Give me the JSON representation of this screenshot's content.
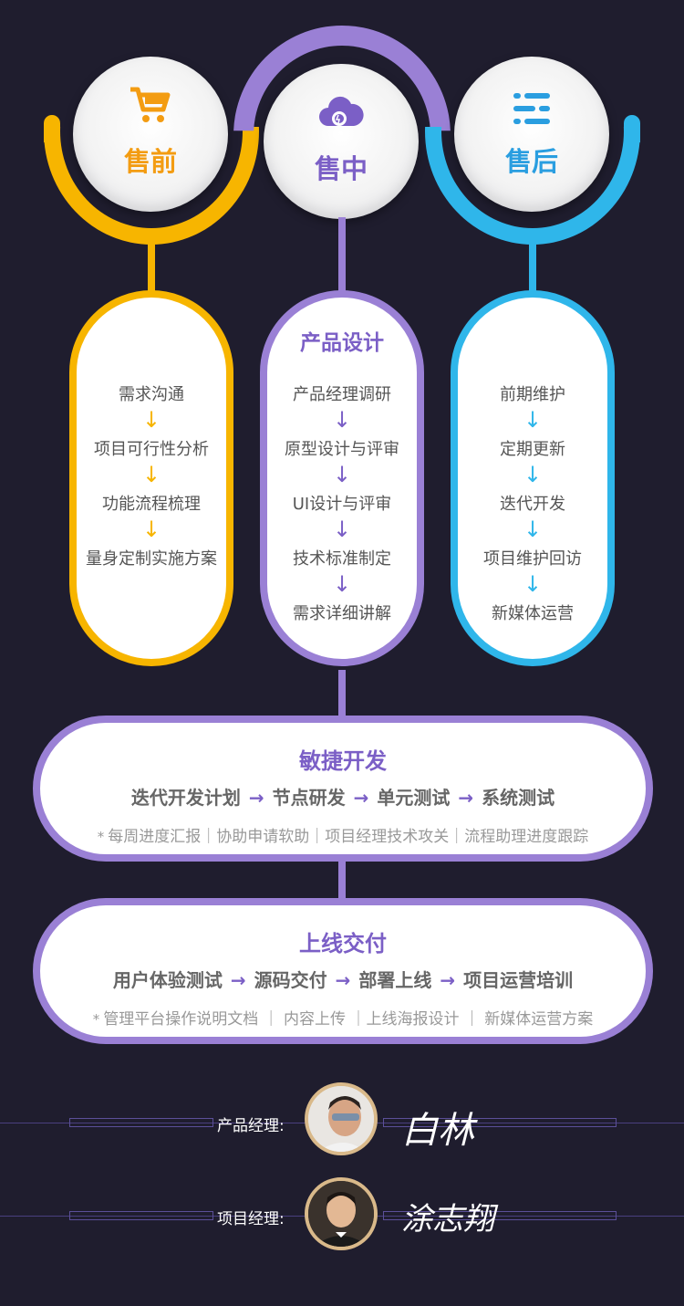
{
  "colors": {
    "background": "#1f1d2e",
    "presale": "#f7b500",
    "insale": "#9a80d5",
    "aftersale": "#2fb6ea",
    "presale_text": "#f39c12",
    "insale_text": "#7b5fc6",
    "aftersale_text": "#2a9ee0"
  },
  "stages": {
    "presale": {
      "label": "售前",
      "icon": "shopping-cart-icon"
    },
    "insale": {
      "label": "售中",
      "icon": "cloud-gear-icon"
    },
    "aftersale": {
      "label": "售后",
      "icon": "menu-lines-icon"
    }
  },
  "presale_steps": [
    "需求沟通",
    "项目可行性分析",
    "功能流程梳理",
    "量身定制实施方案"
  ],
  "insale_card": {
    "title": "产品设计",
    "steps": [
      "产品经理调研",
      "原型设计与评审",
      "UI设计与评审",
      "技术标准制定",
      "需求详细讲解"
    ]
  },
  "aftersale_steps": [
    "前期维护",
    "定期更新",
    "迭代开发",
    "项目维护回访",
    "新媒体运营"
  ],
  "arrow_down": "↓",
  "agile": {
    "title": "敏捷开发",
    "flow": [
      "迭代开发计划",
      "节点研发",
      "单元测试",
      "系统测试"
    ],
    "arrow": "→",
    "note_mark": "*",
    "note": "每周进度汇报｜协助申请软助｜项目经理技术攻关｜流程助理进度跟踪"
  },
  "delivery": {
    "title": "上线交付",
    "flow": [
      "用户体验测试",
      "源码交付",
      "部署上线",
      "项目运营培训"
    ],
    "arrow": "→",
    "note_mark": "*",
    "note": "管理平台操作说明文档 ｜ 内容上传 ｜上线海报设计 ｜ 新媒体运营方案"
  },
  "managers": [
    {
      "role": "产品经理:",
      "signature": "白林",
      "avatar": "avatar-photo"
    },
    {
      "role": "项目经理:",
      "signature": "涂志翔",
      "avatar": "avatar-photo"
    }
  ]
}
